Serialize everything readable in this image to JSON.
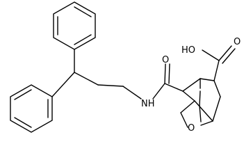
{
  "molecule": {
    "atom_labels": {
      "carboxyl_hydroxyl": "HO",
      "carboxyl_oxygen": "O",
      "amide_nitrogen": "NH",
      "amide_oxygen": "O",
      "ring_oxygen": "O"
    },
    "colors": {
      "bond": "#000000",
      "label": "#000000",
      "background": "#ffffff"
    }
  }
}
